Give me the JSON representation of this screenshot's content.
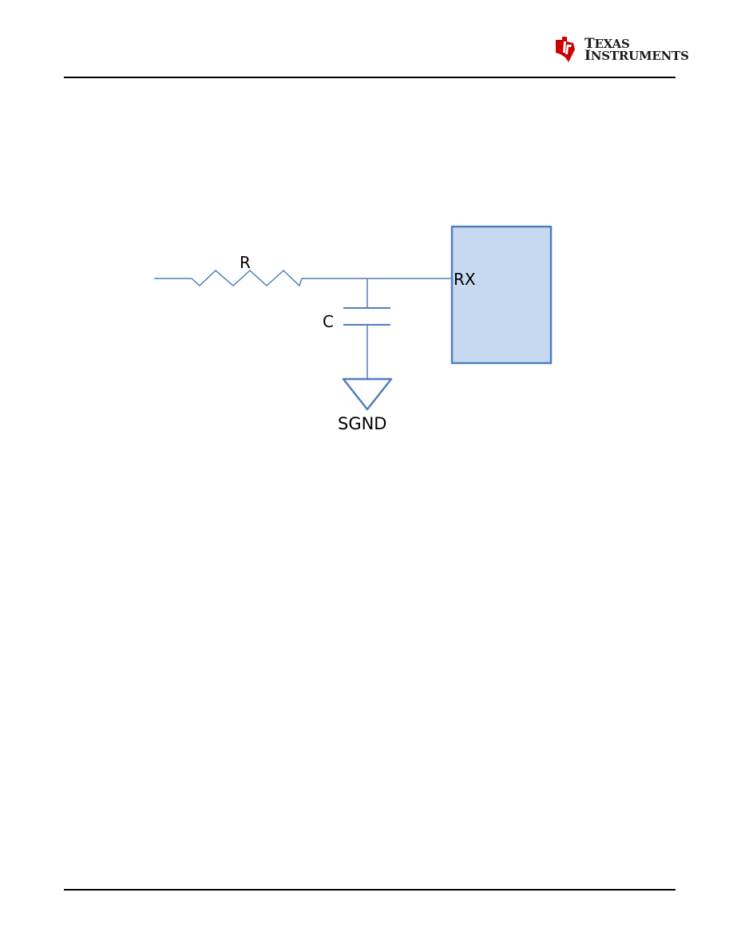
{
  "header": {
    "logo": {
      "name": "ti-logo",
      "brand_line1": "Texas",
      "brand_line2": "Instruments",
      "color": "#cc0000"
    }
  },
  "diagram": {
    "labels": {
      "resistor": "R",
      "capacitor": "C",
      "rx_pin": "RX",
      "ground": "SGND"
    },
    "colors": {
      "wire": "#4f7fbf",
      "block_fill": "#c6d9f1",
      "block_stroke": "#4f7fbf"
    }
  }
}
